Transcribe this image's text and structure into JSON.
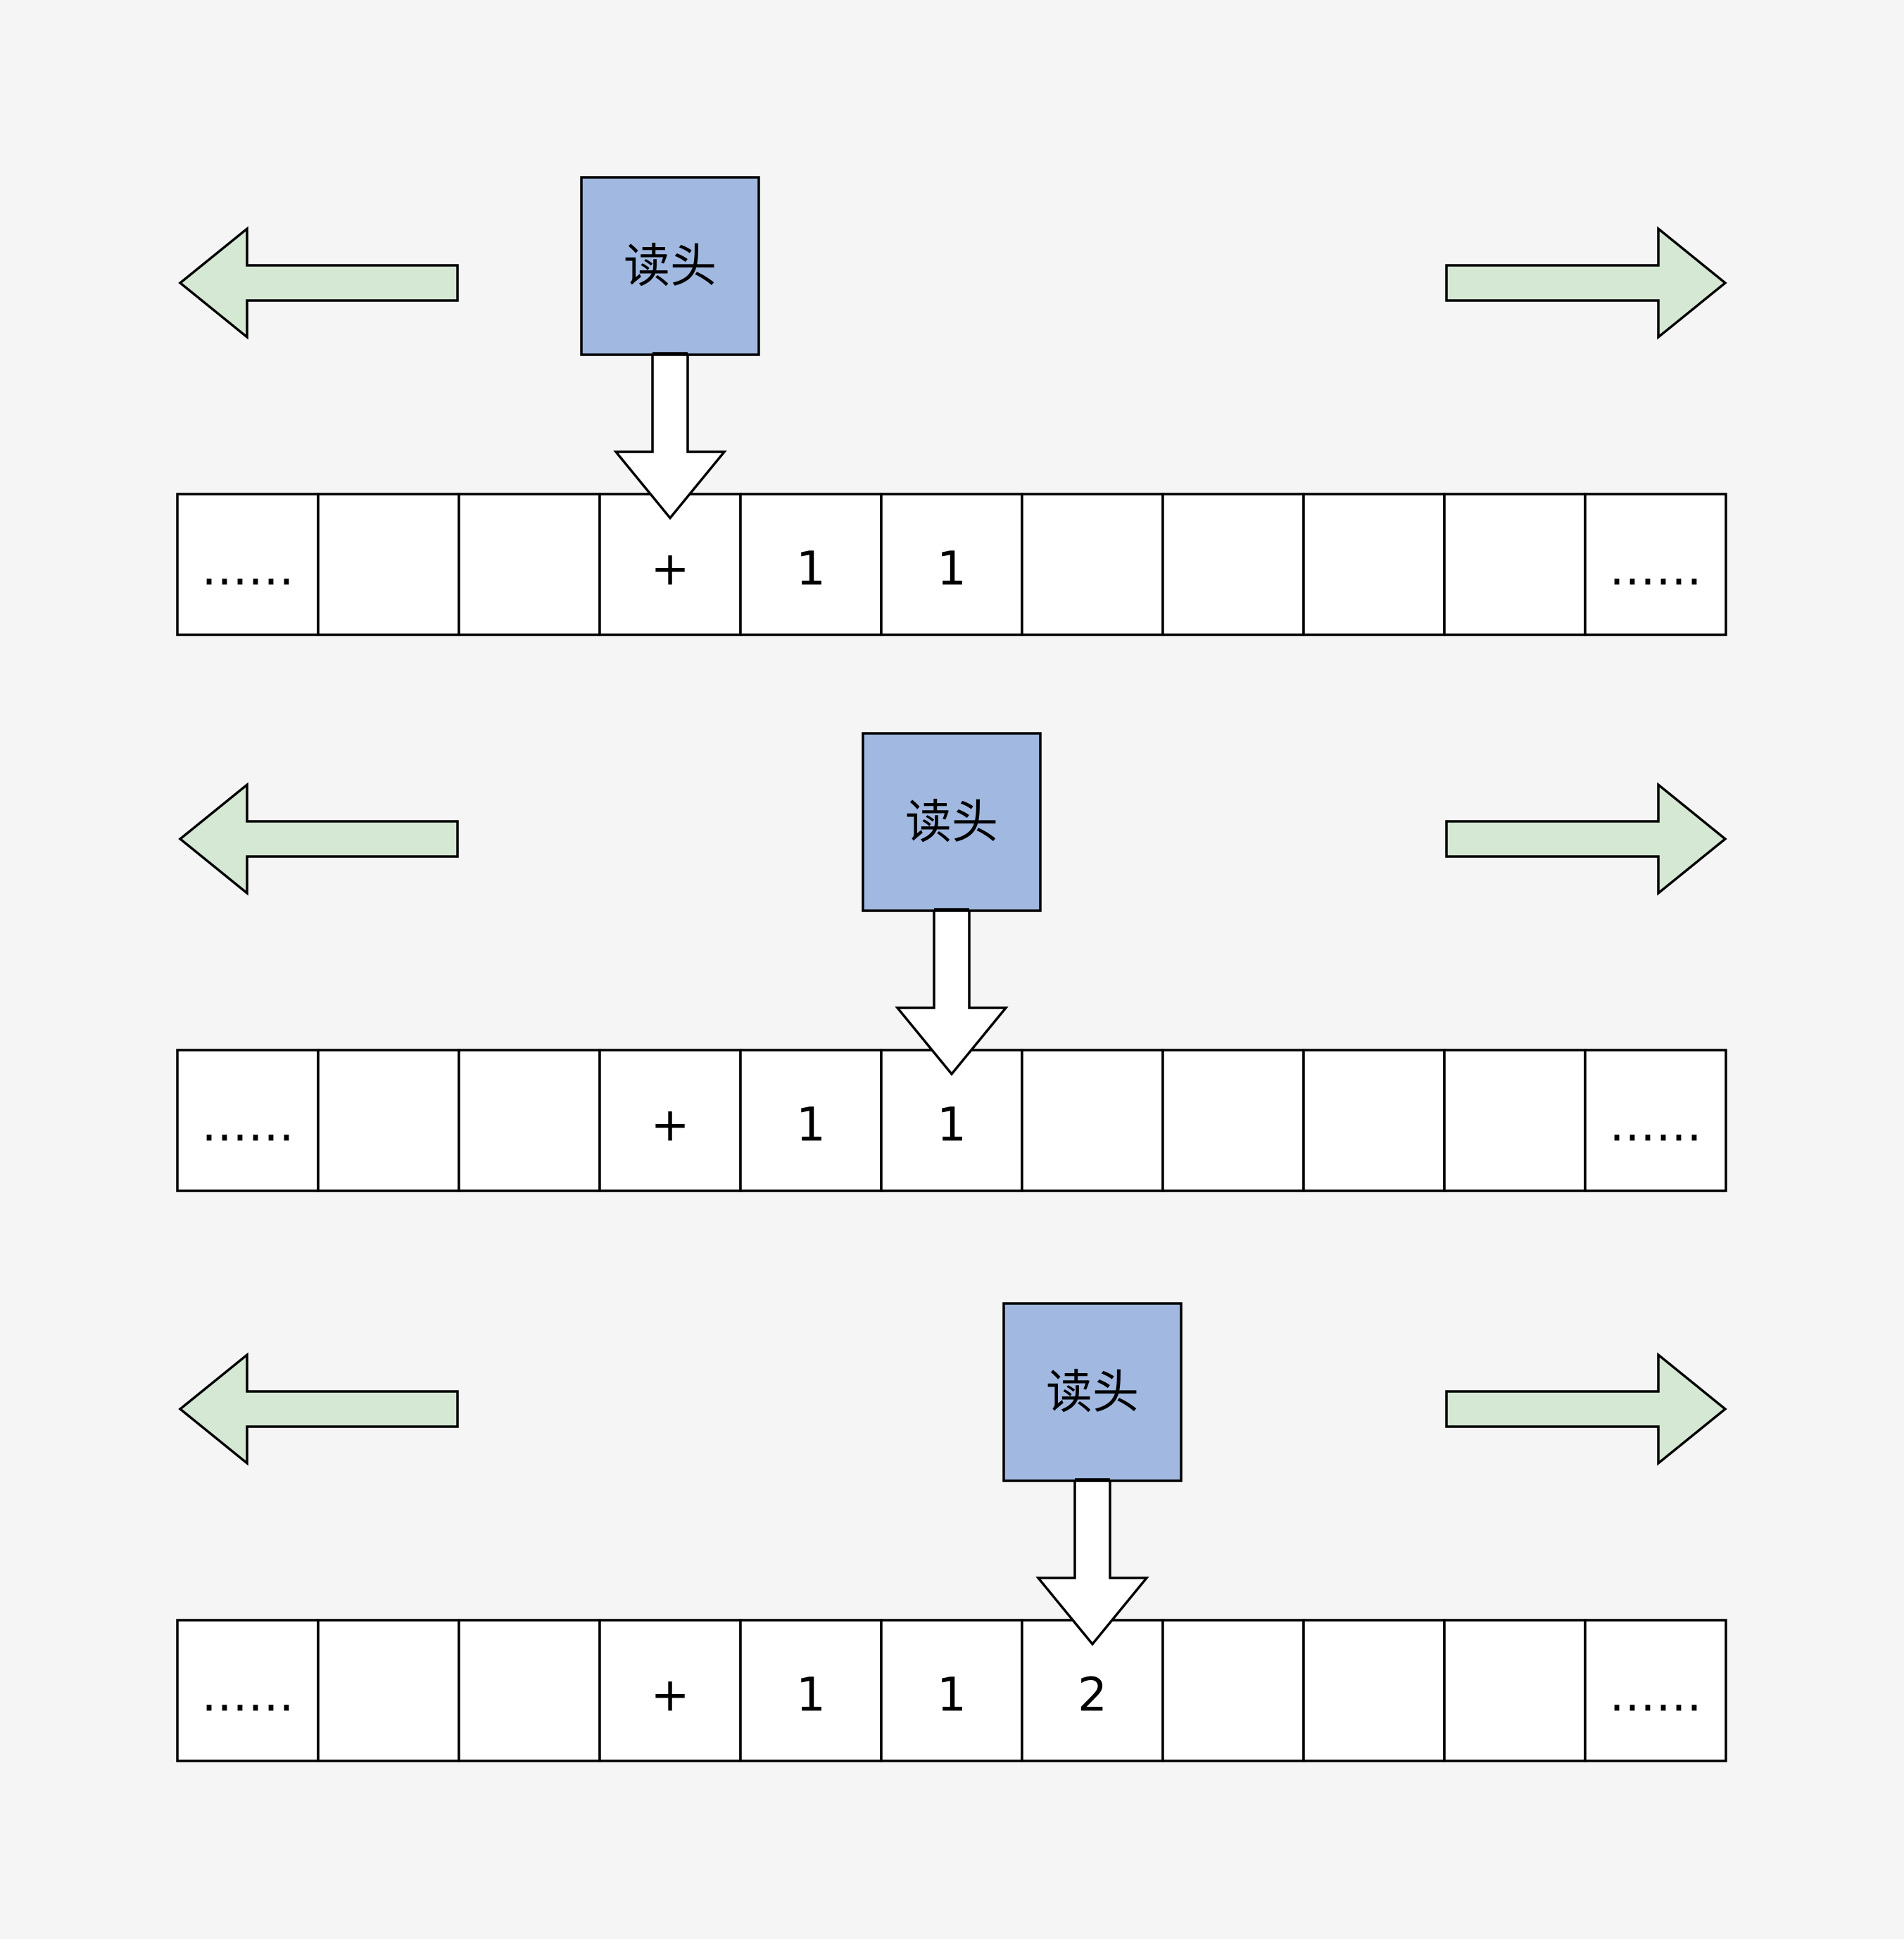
{
  "colors": {
    "background": "#f5f5f5",
    "head_fill": "#a1b9e0",
    "arrow_fill": "#d5e8d4",
    "cell_fill": "#ffffff",
    "stroke": "#000000"
  },
  "icons": {
    "left": "left-arrow-icon",
    "right": "right-arrow-icon",
    "pointer": "down-arrow-icon"
  },
  "steps": [
    {
      "head_label": "读头",
      "head_cell_index": 3,
      "cells": [
        "……",
        "",
        "",
        "+",
        "1",
        "1",
        "",
        "",
        "",
        "",
        "……"
      ]
    },
    {
      "head_label": "读头",
      "head_cell_index": 5,
      "cells": [
        "……",
        "",
        "",
        "+",
        "1",
        "1",
        "",
        "",
        "",
        "",
        "……"
      ]
    },
    {
      "head_label": "读头",
      "head_cell_index": 6,
      "cells": [
        "……",
        "",
        "",
        "+",
        "1",
        "1",
        "2",
        "",
        "",
        "",
        "……"
      ]
    }
  ]
}
